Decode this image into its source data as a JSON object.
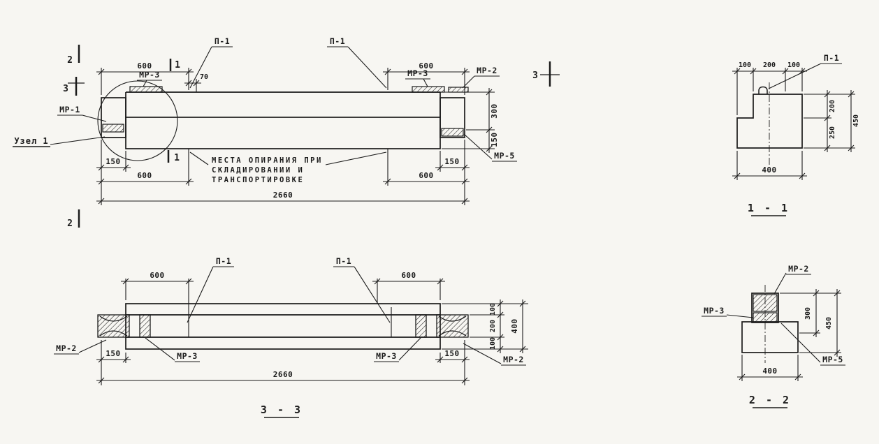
{
  "colors": {
    "ink": "#1b1b1b",
    "paper": "#f7f6f2"
  },
  "elevation": {
    "marker_1_top": "1",
    "marker_1_bottom": "1",
    "marker_2_top": "2",
    "marker_2_bottom": "2",
    "marker_3_left": "3",
    "marker_3_right": "3",
    "dim_600_top_left": "600",
    "dim_70": "70",
    "dim_600_top_right": "600",
    "label_p1_left": "П-1",
    "label_p1_right": "П-1",
    "label_mp3_left": "МР-3",
    "label_mp3_right": "МР-3",
    "label_mp2": "МР-2",
    "label_mp1": "МР-1",
    "label_mp5": "МР-5",
    "detail_label": "Узел 1",
    "dim_300": "300",
    "dim_150_side": "150",
    "dim_150_bottom_left": "150",
    "dim_600_bottom_left": "600",
    "dim_150_bottom_right": "150",
    "dim_600_bottom_right": "600",
    "dim_2660": "2660",
    "note_line1": "МЕСТА ОПИРАНИЯ ПРИ",
    "note_line2": "СКЛАДИРОВАНИИ И",
    "note_line3": "ТРАНСПОРТИРОВКЕ"
  },
  "plan": {
    "dim_600_left": "600",
    "dim_600_right": "600",
    "label_p1_left": "П-1",
    "label_p1_right": "П-1",
    "dim_100_top": "100",
    "dim_200_mid": "200",
    "dim_100_bottom": "100",
    "dim_400_total": "400",
    "label_mp2_left": "МР-2",
    "label_mp2_right": "МР-2",
    "label_mp3_left": "МР-3",
    "label_mp3_right": "МР-3",
    "dim_150_left": "150",
    "dim_150_right": "150",
    "dim_2660": "2660",
    "title": "3 - 3"
  },
  "section_1_1": {
    "dim_100_left": "100",
    "dim_200_top": "200",
    "dim_100_right": "100",
    "label_p1": "П-1",
    "dim_200_right": "200",
    "dim_250_right": "250",
    "dim_450_total": "450",
    "dim_400_bottom": "400",
    "title": "1 - 1"
  },
  "section_2_2": {
    "label_mp2": "МР-2",
    "label_mp3": "МР-3",
    "label_mp5": "МР-5",
    "dim_300_right": "300",
    "dim_450_total": "450",
    "dim_400_bottom": "400",
    "title": "2 - 2"
  }
}
